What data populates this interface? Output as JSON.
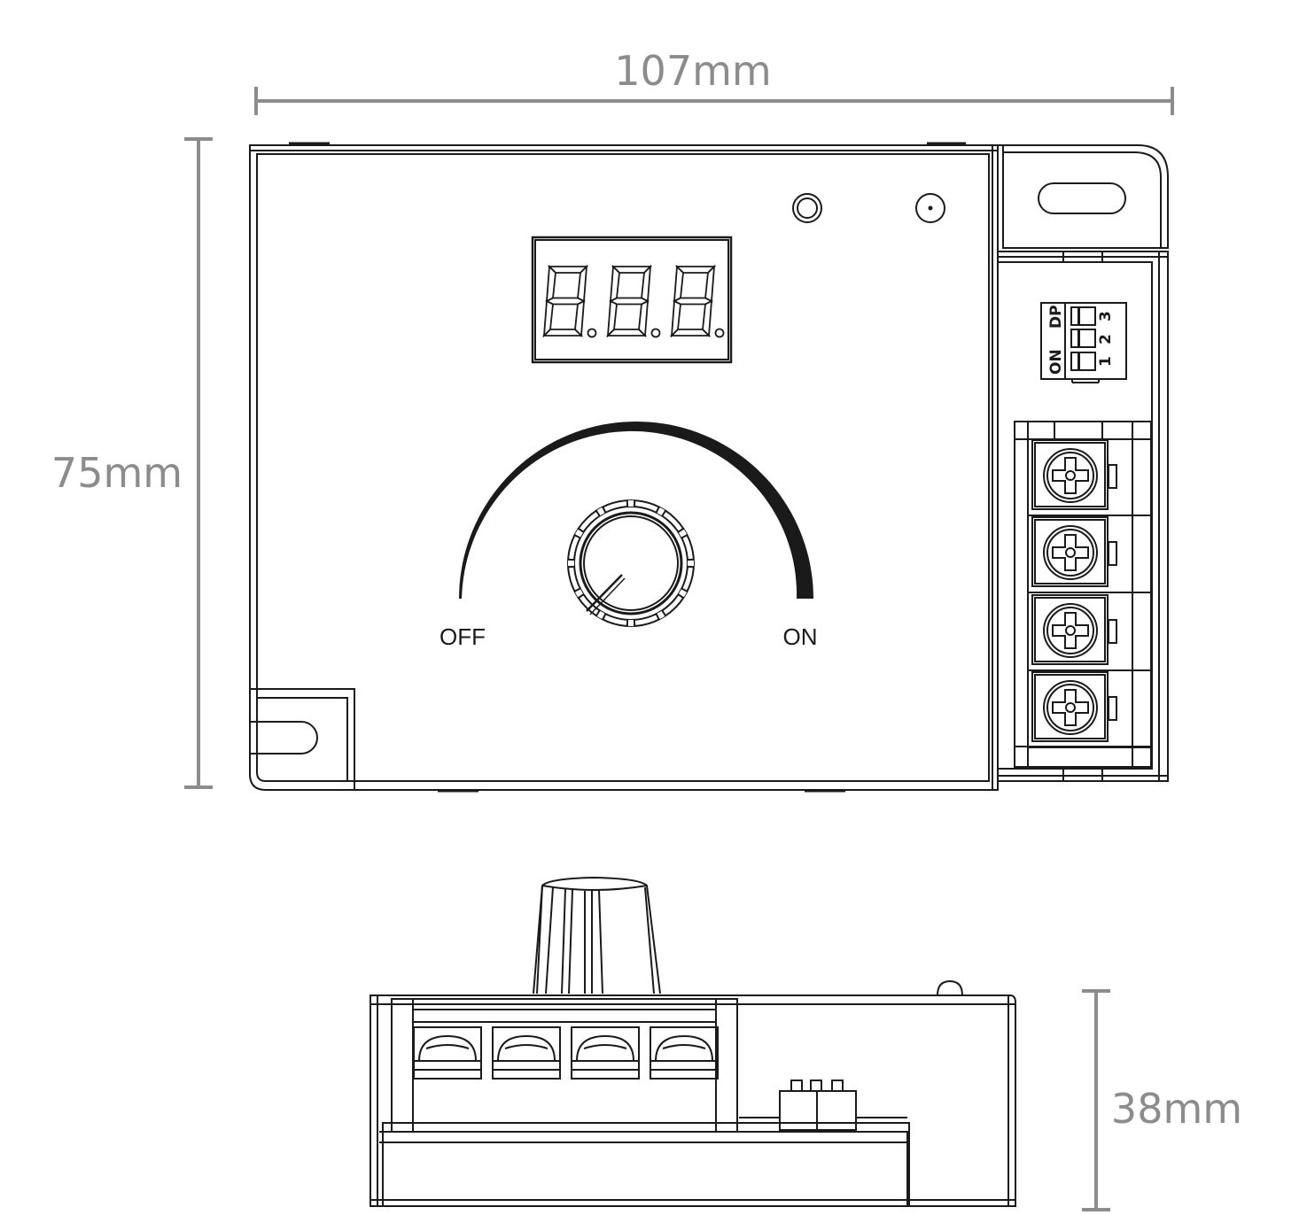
{
  "dimensions": {
    "width": "107mm",
    "height": "75mm",
    "depth": "38mm"
  },
  "knob": {
    "off_label": "OFF",
    "on_label": "ON"
  },
  "dip_switch": {
    "title": "DP",
    "on_label": "ON",
    "pin_1": "1",
    "pin_2": "2",
    "pin_3": "3"
  },
  "colors": {
    "outline": "#1a1a1a",
    "dimension": "#8c8c8c",
    "background": "#ffffff"
  }
}
